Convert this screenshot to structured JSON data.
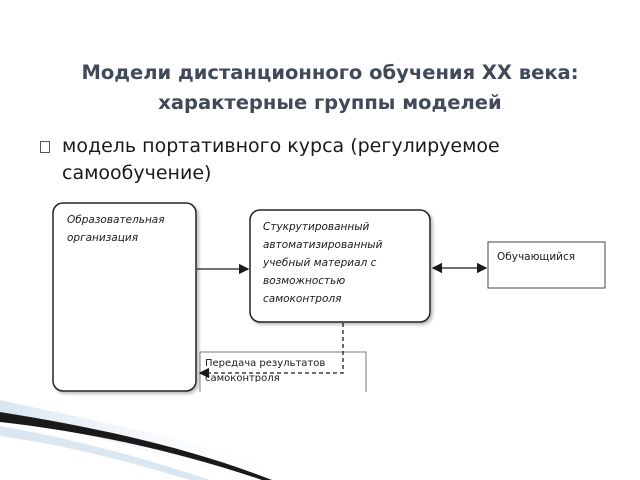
{
  "title": {
    "line1": "Модели дистанционного обучения XX века:",
    "line2": "характерные группы моделей"
  },
  "bullet": {
    "icon": "square-bullet-icon",
    "text": "модель портативного курса (регулируемое самообучение)"
  },
  "diagram": {
    "org_box": {
      "line1": "Образовательная",
      "line2": "организация"
    },
    "material_box": {
      "lines": [
        "Стукрутированный",
        "автоматизированный",
        "учебный материал с",
        "возможностью",
        "самоконтроля"
      ]
    },
    "learner_box": {
      "label": "Обучающийся"
    },
    "feedback_box": {
      "line1": "Передача результатов",
      "line2": "самоконтроля"
    }
  }
}
